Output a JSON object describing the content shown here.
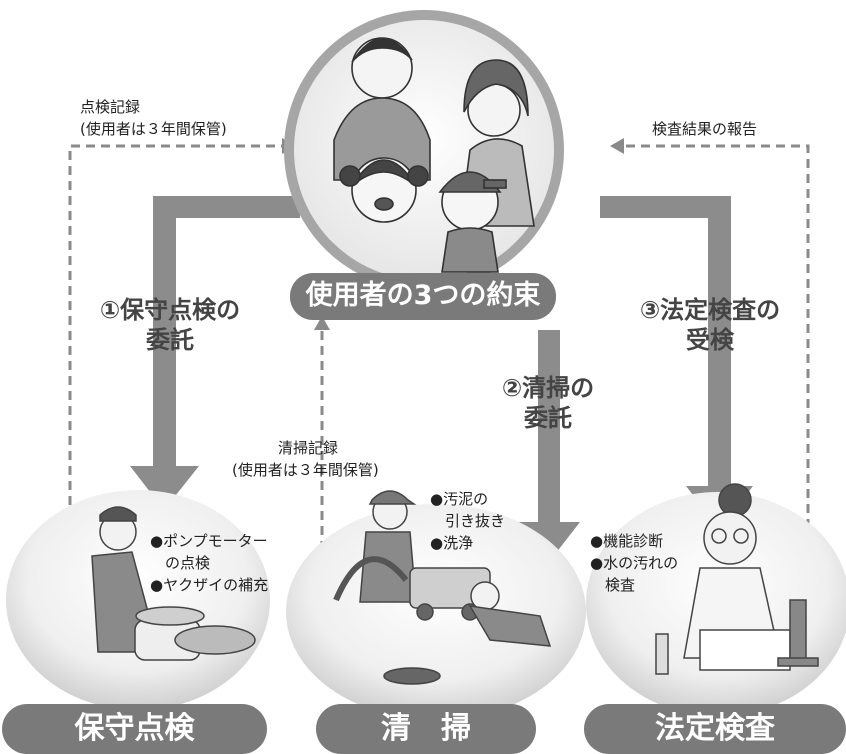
{
  "center": {
    "title": "使用者の3つの約束"
  },
  "arrows": {
    "hoshu": {
      "line1": "①保守点検の",
      "line2": "委託"
    },
    "seiso": {
      "line1": "②清掃の",
      "line2": "委託"
    },
    "hotei": {
      "line1": "③法定検査の",
      "line2": "受検"
    }
  },
  "records": {
    "tenken": {
      "line1": "点検記録",
      "line2": "(使用者は３年間保管)"
    },
    "seiso": {
      "line1": "清掃記録",
      "line2": "(使用者は３年間保管)"
    },
    "kekka": {
      "line1": "検査結果の報告"
    }
  },
  "tasks": {
    "hoshu": [
      "●ポンプモーター",
      "　の点検",
      "●ヤクザイの補充"
    ],
    "seiso": [
      "●汚泥の",
      "　引き抜き",
      "●洗浄"
    ],
    "hotei": [
      "●機能診断",
      "●水の汚れの",
      "　検査"
    ]
  },
  "labels": {
    "hoshu": "保守点検",
    "seiso": "清　掃",
    "hotei": "法定検査"
  },
  "colors": {
    "arrow": "#8c8c8c",
    "pill": "#7a7a7a",
    "dashed": "#8a8a8a",
    "ring": "#9a9a9a"
  }
}
